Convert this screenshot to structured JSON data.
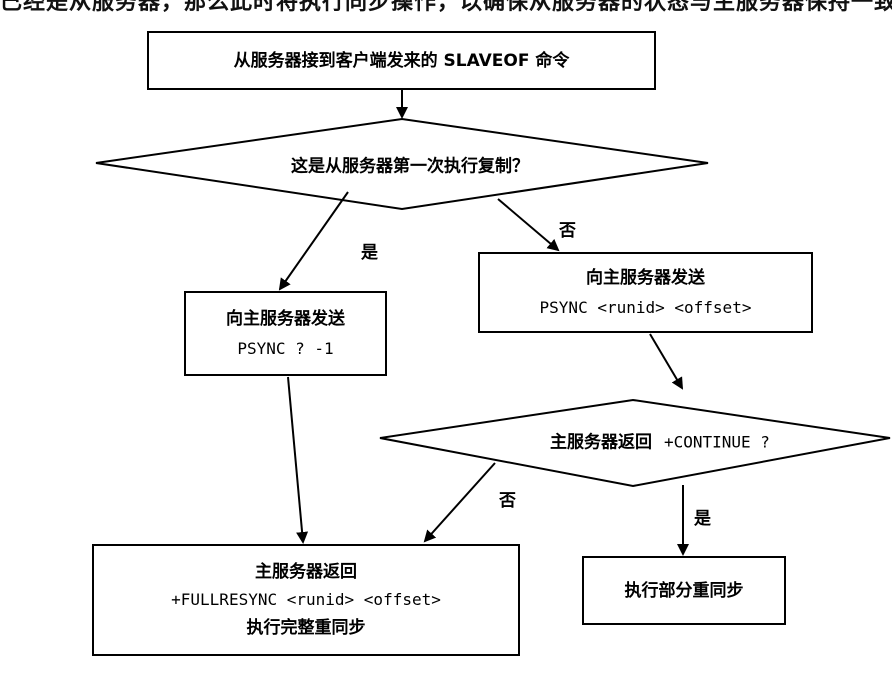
{
  "top_fragment": "已经是从服务器，那么此时将执行同步操作，以确保从服务器的状态与主服务器保持一致。可能",
  "nodes": {
    "start": "从服务器接到客户端发来的 SLAVEOF 命令",
    "decision_first": "这是从服务器第一次执行复制？",
    "full_request": {
      "line1": "向主服务器发送",
      "line2": "PSYNC ? -1"
    },
    "partial_request": {
      "line1": "向主服务器发送",
      "line2": "PSYNC <runid> <offset>"
    },
    "decision_continue": {
      "text": "主服务器返回",
      "code": "+CONTINUE ?"
    },
    "full_resync": {
      "line1": "主服务器返回",
      "line2": "+FULLRESYNC <runid> <offset>",
      "line3": "执行完整重同步"
    },
    "partial_resync": "执行部分重同步"
  },
  "edge_labels": {
    "yes1": "是",
    "no1": "否",
    "no2": "否",
    "yes2": "是"
  }
}
